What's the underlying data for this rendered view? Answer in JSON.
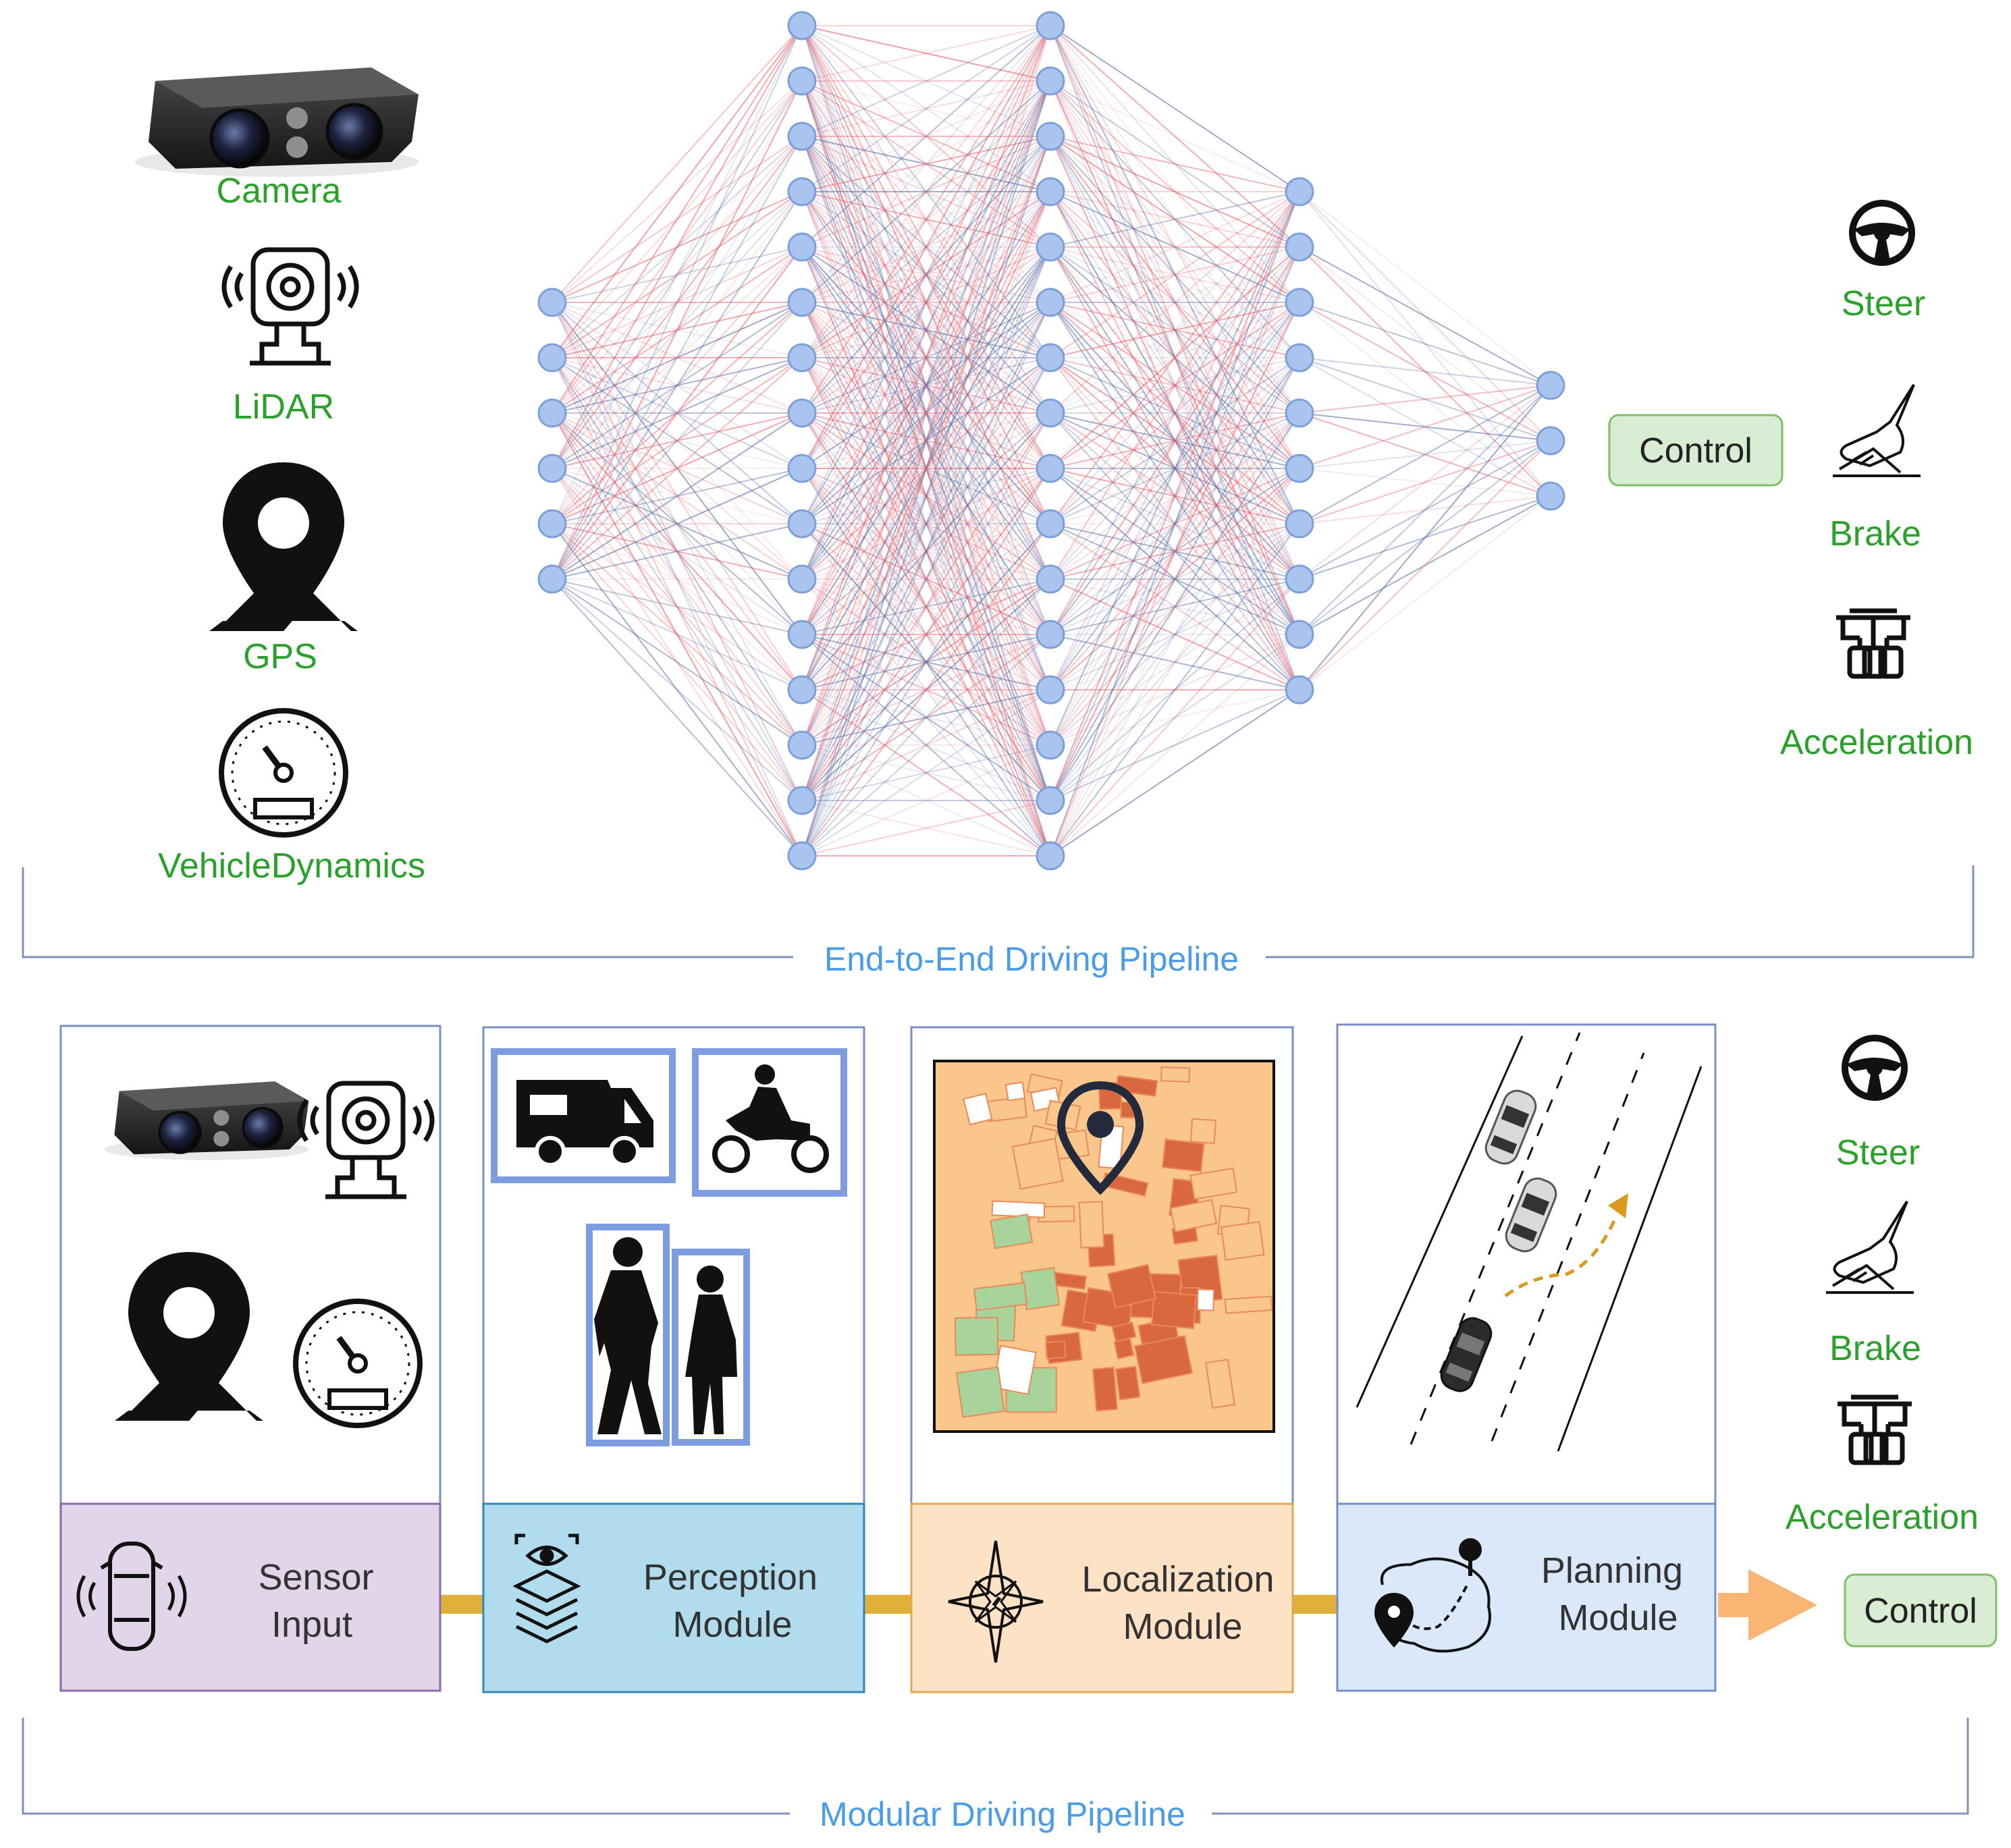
{
  "top_section": {
    "inputs": [
      {
        "label": "Camera",
        "icon": "camera-icon"
      },
      {
        "label": "LiDAR",
        "icon": "lidar-icon"
      },
      {
        "label": "GPS",
        "icon": "gps-pin-icon"
      },
      {
        "label": "VehicleDynamics",
        "icon": "speedometer-icon"
      }
    ],
    "network": {
      "layers": [
        6,
        16,
        16,
        10,
        3
      ]
    },
    "control_label": "Control",
    "outputs": [
      {
        "label": "Steer",
        "icon": "steering-wheel-icon"
      },
      {
        "label": "Brake",
        "icon": "brake-pedal-icon"
      },
      {
        "label": "Acceleration",
        "icon": "pedals-icon"
      }
    ],
    "pipeline_label": "End-to-End Driving Pipeline"
  },
  "bottom_section": {
    "modules": [
      {
        "label_line1": "Sensor",
        "label_line2": "Input",
        "icon": "car-sensor-icon",
        "fill": "#e3d5e9",
        "border": "#8a6aa8"
      },
      {
        "label_line1": "Perception",
        "label_line2": "Module",
        "icon": "layers-eye-icon",
        "fill": "#b0dcee",
        "border": "#2e87b5"
      },
      {
        "label_line1": "Localization",
        "label_line2": "Module",
        "icon": "compass-icon",
        "fill": "#fde2c6",
        "border": "#e3a84c"
      },
      {
        "label_line1": "Planning",
        "label_line2": "Module",
        "icon": "route-map-icon",
        "fill": "#dae8fa",
        "border": "#6e8fc8"
      }
    ],
    "control_label": "Control",
    "outputs": [
      {
        "label": "Steer",
        "icon": "steering-wheel-icon"
      },
      {
        "label": "Brake",
        "icon": "brake-pedal-icon"
      },
      {
        "label": "Acceleration",
        "icon": "pedals-icon"
      }
    ],
    "pipeline_label": "Modular Driving Pipeline"
  },
  "colors": {
    "green_label": "#2aa12a",
    "blue_label": "#4a9be8",
    "node_fill": "#a9c4ee",
    "node_stroke": "#7ea0d8",
    "edge_red": "#e8636e",
    "edge_blue": "#5c6fa8",
    "connector": "#e0b13a",
    "arrow": "#f9b574",
    "control_fill": "#d9ecd4",
    "control_border": "#7fbf6a",
    "bbox_blue": "#7d9de0"
  }
}
